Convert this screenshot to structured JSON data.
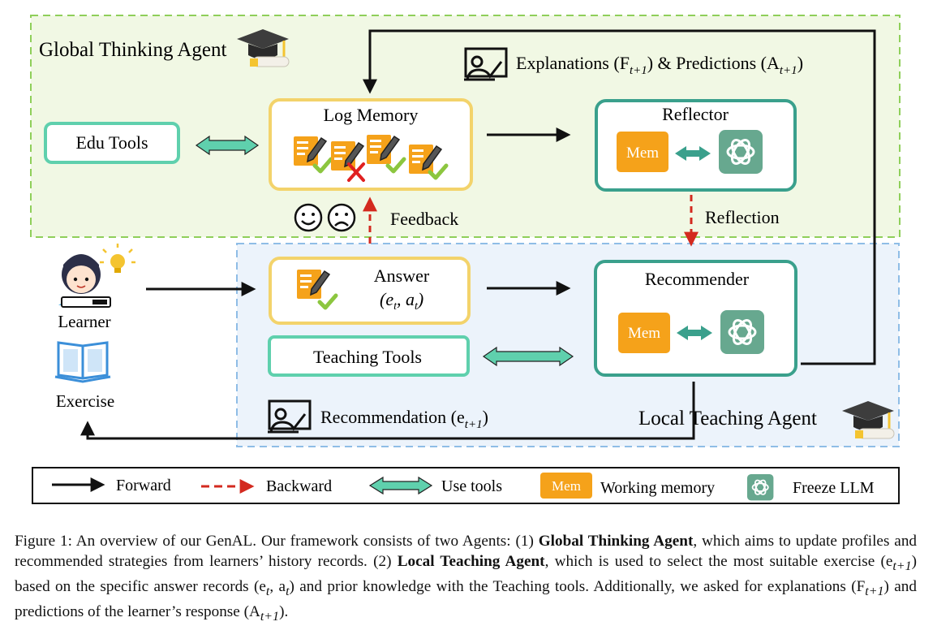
{
  "global_agent": {
    "title": "Global Thinking Agent"
  },
  "local_agent": {
    "title": "Local Teaching Agent"
  },
  "nodes": {
    "edu_tools": "Edu Tools",
    "log_memory": "Log Memory",
    "reflector": "Reflector",
    "answer": "Answer",
    "answer_sub": "(e",
    "recommender": "Recommender",
    "teaching_tools": "Teaching Tools",
    "mem": "Mem",
    "learner": "Learner",
    "exercise": "Exercise"
  },
  "edge_labels": {
    "explanations": "Explanations (F",
    "explanations_sub": "t+1",
    "predictions": ") & Predictions (A",
    "predictions_sub": "t+1",
    "close": ")",
    "feedback": "Feedback",
    "reflection": "Reflection",
    "recommendation": "Recommendation (e",
    "recommendation_sub": "t+1"
  },
  "legend": {
    "forward": "Forward",
    "backward": "Backward",
    "use_tools": "Use tools",
    "mem": "Mem",
    "working_memory": "Working memory",
    "freeze_llm": "Freeze LLM"
  },
  "caption": {
    "p1": "Figure 1: An overview of our GenAL. Our framework consists of two Agents: (1) ",
    "b1": "Global Thinking Agent",
    "p2": ", which aims to update profiles and recommended strategies from learners’ history records. (2) ",
    "b2": "Local Teaching Agent",
    "p3": ", which is used to select the most suitable exercise (e",
    "s1": "t+1",
    "p4": ") based on the specific answer records (e",
    "s2": "t",
    "p5": ", a",
    "s3": "t",
    "p6": ") and prior knowledge with the Teaching tools. Additionally, we asked for explanations (F",
    "s4": "t+1",
    "p7": ") and predictions of the learner’s response (A",
    "s5": "t+1",
    "p8": ")."
  },
  "colors": {
    "global_bg": "#f1f8e4",
    "global_border": "#8fcf5a",
    "local_bg": "#ecf3fb",
    "local_border": "#8fbde6",
    "yellow_box": "#f3d36b",
    "teal_box": "#3aa08c",
    "mint": "#5fd0ad",
    "orange_mem": "#f5a21a",
    "llm_green": "#67a88f",
    "feedback_red": "#d32a1f"
  }
}
